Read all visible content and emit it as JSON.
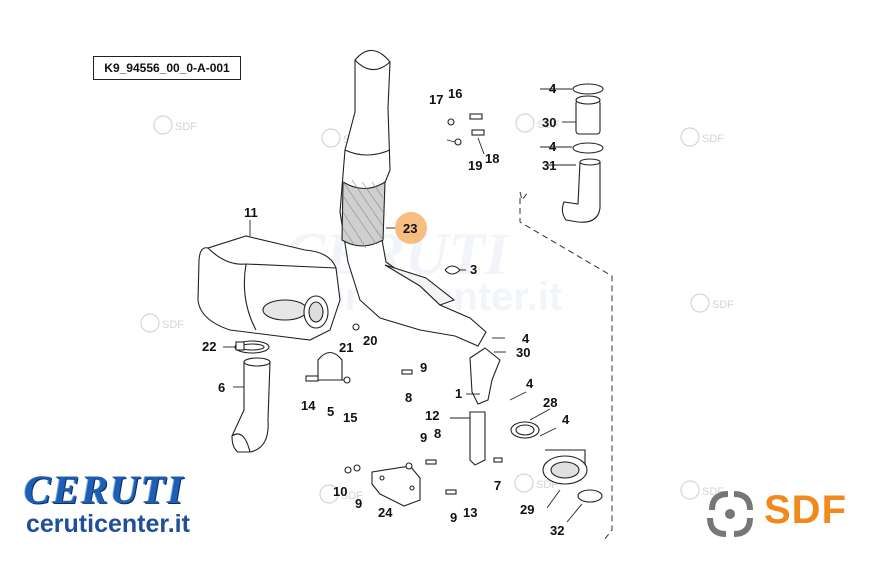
{
  "diagram_code": "K9_94556_00_0-A-001",
  "callouts": {
    "p1": "1",
    "p3": "3",
    "p4a": "4",
    "p4b": "4",
    "p4c": "4",
    "p4d": "4",
    "p4e": "4",
    "p5": "5",
    "p6": "6",
    "p7": "7",
    "p8a": "8",
    "p8b": "8",
    "p9a": "9",
    "p9b": "9",
    "p9c": "9",
    "p9d": "9",
    "p10": "10",
    "p11": "11",
    "p12": "12",
    "p13": "13",
    "p14": "14",
    "p15": "15",
    "p16": "16",
    "p17": "17",
    "p18": "18",
    "p19": "19",
    "p20": "20",
    "p21": "21",
    "p22": "22",
    "p23": "23",
    "p24": "24",
    "p28": "28",
    "p29": "29",
    "p30a": "30",
    "p30b": "30",
    "p31": "31",
    "p32": "32"
  },
  "highlighted_callout": "23",
  "watermark": {
    "brand": "CERUTI",
    "site": "ceruticenter.it",
    "badge": "SDF"
  },
  "ruti_logo": {
    "brand": "CERUTI",
    "site": "ceruticenter.it"
  },
  "sdf_logo": {
    "text": "SDF"
  },
  "colors": {
    "ruti_blue": "#1d5fb5",
    "sdf_orange": "#f08a1c",
    "highlight": "#f6b26b"
  }
}
